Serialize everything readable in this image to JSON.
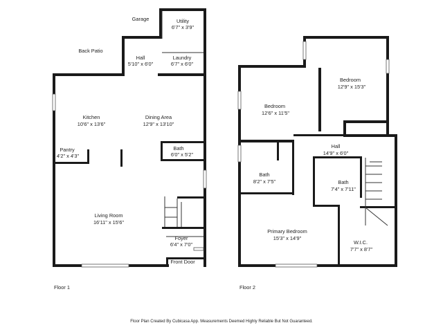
{
  "floors": [
    {
      "label": "Floor 1",
      "rooms": [
        {
          "name": "Utility",
          "dims": "6'7\" x 3'9\""
        },
        {
          "name": "Hall",
          "dims": "5'10\" x 6'0\""
        },
        {
          "name": "Laundry",
          "dims": "6'7\" x 6'0\""
        },
        {
          "name": "Kitchen",
          "dims": "10'6\" x 13'6\""
        },
        {
          "name": "Dining Area",
          "dims": "12'9\" x 13'10\""
        },
        {
          "name": "Pantry",
          "dims": "4'2\" x 4'3\""
        },
        {
          "name": "Bath",
          "dims": "6'0\" x 5'2\""
        },
        {
          "name": "Living Room",
          "dims": "16'11\" x 15'6\""
        },
        {
          "name": "Foyer",
          "dims": "6'4\" x 7'0\""
        }
      ],
      "outdoor": [
        "Garage",
        "Back Patio",
        "Front Door"
      ]
    },
    {
      "label": "Floor 2",
      "rooms": [
        {
          "name": "Bedroom",
          "dims": "12'9\" x 15'3\""
        },
        {
          "name": "Bedroom",
          "dims": "12'6\" x 11'5\""
        },
        {
          "name": "Hall",
          "dims": "14'9\" x 6'0\""
        },
        {
          "name": "Bath",
          "dims": "8'2\" x 7'5\""
        },
        {
          "name": "Bath",
          "dims": "7'4\" x 7'11\""
        },
        {
          "name": "Primary Bedroom",
          "dims": "15'3\" x 14'9\""
        },
        {
          "name": "W.I.C.",
          "dims": "7'7\" x 8'7\""
        }
      ]
    }
  ],
  "footer": "Floor Plan Created By Cubicasa App. Measurements Deemed Highly Reliable But Not Guaranteed."
}
